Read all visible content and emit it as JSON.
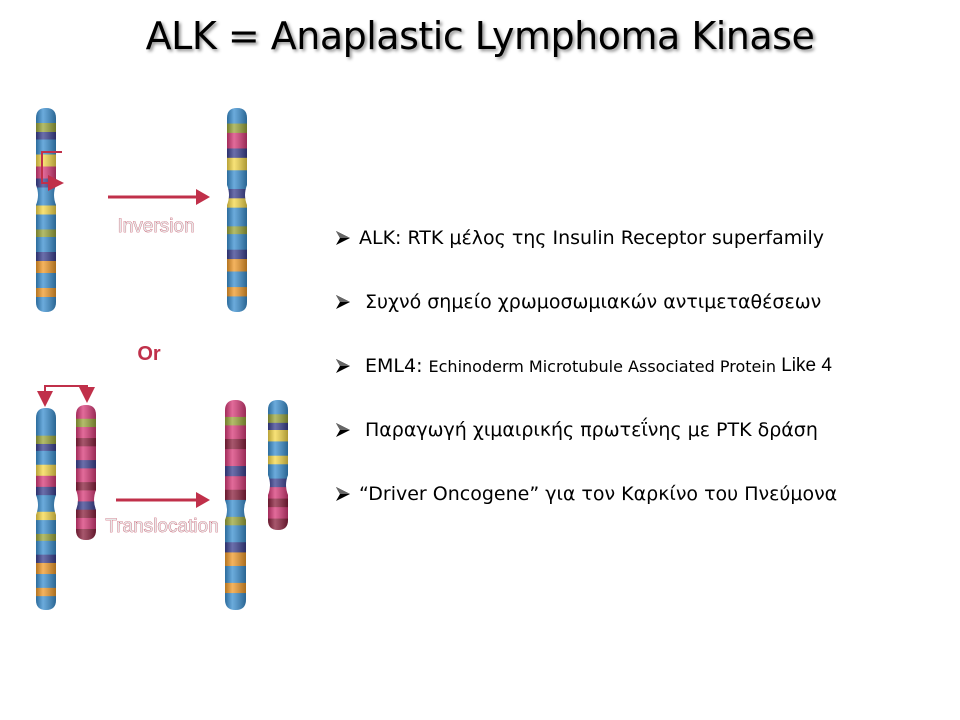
{
  "title": "ALK = Anaplastic Lymphoma Kinase",
  "diagram": {
    "inversion_label": "Inversion",
    "or_label": "Or",
    "translocation_label": "Translocation",
    "colors": {
      "blue": "#3a8fd0",
      "yellow": "#f5d84a",
      "pink": "#d83a78",
      "orange": "#f09a2a",
      "olive": "#9aa63a",
      "dark_red": "#8a1f3c",
      "navy": "#3a3f8f",
      "arrow": "#c0304a"
    }
  },
  "bullets": [
    {
      "text": "ALK: RTK μέλος της Insulin Receptor superfamily"
    },
    {
      "text": "Συχνό σημείο χρωμοσωμιακών αντιμεταθέσεων"
    },
    {
      "text_main": "EML4: ",
      "text_small": "Echinoderm Microtubule Associated Protein",
      "text_tail": " Like 4"
    },
    {
      "text": "Παραγωγή χιμαιρικής πρωτεΐνης με PTK δράση"
    },
    {
      "text": "“Driver Oncogene” για τον Καρκίνο του Πνεύμονα"
    }
  ]
}
